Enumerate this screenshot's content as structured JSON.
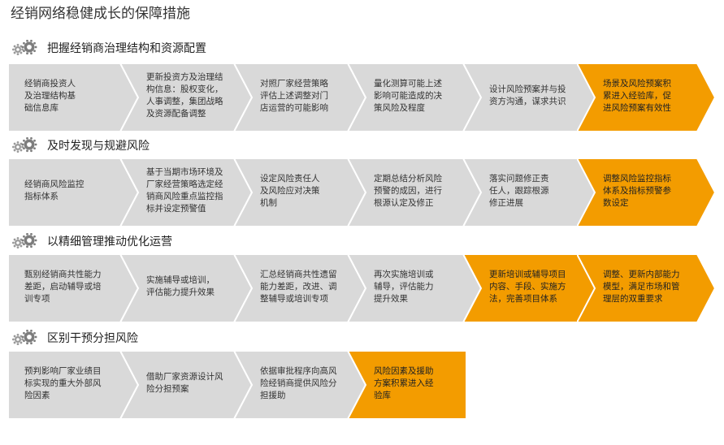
{
  "title": "经销网络稳健成长的保障措施",
  "colors": {
    "normal": "#d9d9d9",
    "highlight": "#f39c00",
    "border": "#ffffff"
  },
  "sections": [
    {
      "title": "把握经销商治理结构和资源配置",
      "steps": [
        {
          "lines": [
            "经销商投资人",
            "及治理结构基",
            "础信息库"
          ],
          "highlight": false
        },
        {
          "lines": [
            "更新投资方及治理结",
            "构信息：股权变化，",
            "人事调整，集团战略",
            "及资源配备调整"
          ],
          "highlight": false
        },
        {
          "lines": [
            "对照厂家经营策略",
            "评估上述调整对门",
            "店运营的可能影响"
          ],
          "highlight": false
        },
        {
          "lines": [
            "量化测算可能上述",
            "影响可能造成的决",
            "策风险及程度"
          ],
          "highlight": false
        },
        {
          "lines": [
            "设计风险预案并与投",
            "资方沟通，谋求共识"
          ],
          "highlight": false
        },
        {
          "lines": [
            "场景及风险预案积",
            "累进入经验库，促",
            "进风险预案有效性"
          ],
          "highlight": true
        }
      ]
    },
    {
      "title": "及时发现与规避风险",
      "steps": [
        {
          "lines": [
            "经销商风险监控",
            "指标体系"
          ],
          "highlight": false
        },
        {
          "lines": [
            "基于当期市场环境及",
            "厂家经营策略选定经",
            "销商风险重点监控指",
            "标并设定预警值"
          ],
          "highlight": false
        },
        {
          "lines": [
            "设定风险责任人",
            "及风险应对决策",
            "机制"
          ],
          "highlight": false
        },
        {
          "lines": [
            "定期总结分析风险",
            "预警的成因，进行",
            "根源认定及修正"
          ],
          "highlight": false
        },
        {
          "lines": [
            "落实问题修正责",
            "任人，跟踪根源",
            "修正进展"
          ],
          "highlight": false
        },
        {
          "lines": [
            "调整风险监控指标",
            "体系及指标预警参",
            "数设定"
          ],
          "highlight": true
        }
      ]
    },
    {
      "title": "以精细管理推动优化运营",
      "steps": [
        {
          "lines": [
            "甄别经销商共性能力",
            "差距，启动辅导或培",
            "训专项"
          ],
          "highlight": false
        },
        {
          "lines": [
            "实施辅导或培训，",
            "评估能力提升效果"
          ],
          "highlight": false
        },
        {
          "lines": [
            "汇总经销商共性遗留",
            "能力差距，改进、调",
            "整辅导或培训专项"
          ],
          "highlight": false
        },
        {
          "lines": [
            "再次实施培训或",
            "辅导，评估能力",
            "提升效果"
          ],
          "highlight": false
        },
        {
          "lines": [
            "更新培训或辅导项目",
            "内容、手段、实施方",
            "法，完善项目体系"
          ],
          "highlight": true
        },
        {
          "lines": [
            "调整、更新内部能力",
            "模型，满足市场和管",
            "理层的双重要求"
          ],
          "highlight": true
        }
      ]
    },
    {
      "title": "区别干预分担风险",
      "steps": [
        {
          "lines": [
            "预判影响厂家业绩目",
            "标实现的重大外部风",
            "险因素"
          ],
          "highlight": false
        },
        {
          "lines": [
            "借助厂家资源设计风",
            "险分担预案"
          ],
          "highlight": false
        },
        {
          "lines": [
            "依据审批程序向高风",
            "险经销商提供风险分",
            "担援助"
          ],
          "highlight": false
        },
        {
          "lines": [
            "风险因素及援助",
            "方案积累进入经",
            "验库"
          ],
          "highlight": true
        }
      ]
    }
  ]
}
